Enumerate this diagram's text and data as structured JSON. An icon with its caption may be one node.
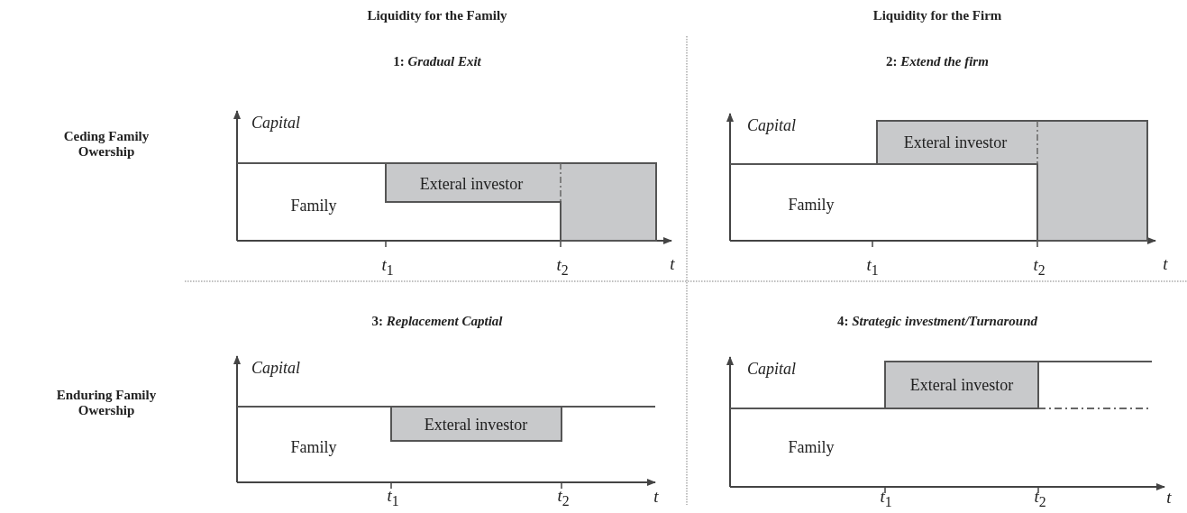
{
  "diagram": {
    "nodes": [
      {
        "text": [
          "Exteral investor"
        ]
      },
      {
        "text": [
          "Exteral investor"
        ]
      },
      {
        "text": [
          "Exteral investor"
        ]
      },
      {
        "text": [
          "Exteral investor"
        ]
      }
    ],
    "labels": [
      "Liquidity for the Family",
      "Liquidity for the Firm",
      "1: *Gradual Exit*",
      "2: *Extend the firm*",
      "Ceding Family Owership",
      "Capital",
      "Capital",
      "Family",
      "Family",
      "*t*$_{1}$",
      "*t*$_{2}$",
      "*t*",
      "*t*$_{1}$",
      "*t*$_{2}$",
      "*t*",
      "3: *Replacement Captial*",
      "4: *Strategic investment/Turnaround*",
      "Enduring Family Owership",
      "Capital",
      "Capital",
      "Family",
      "Family",
      "*t*$_{1}$",
      "*t*$_{2}$",
      "*t*",
      "*t*$_{1}$",
      "*t*$_{2}$",
      "*t*"
    ]
  }
}
